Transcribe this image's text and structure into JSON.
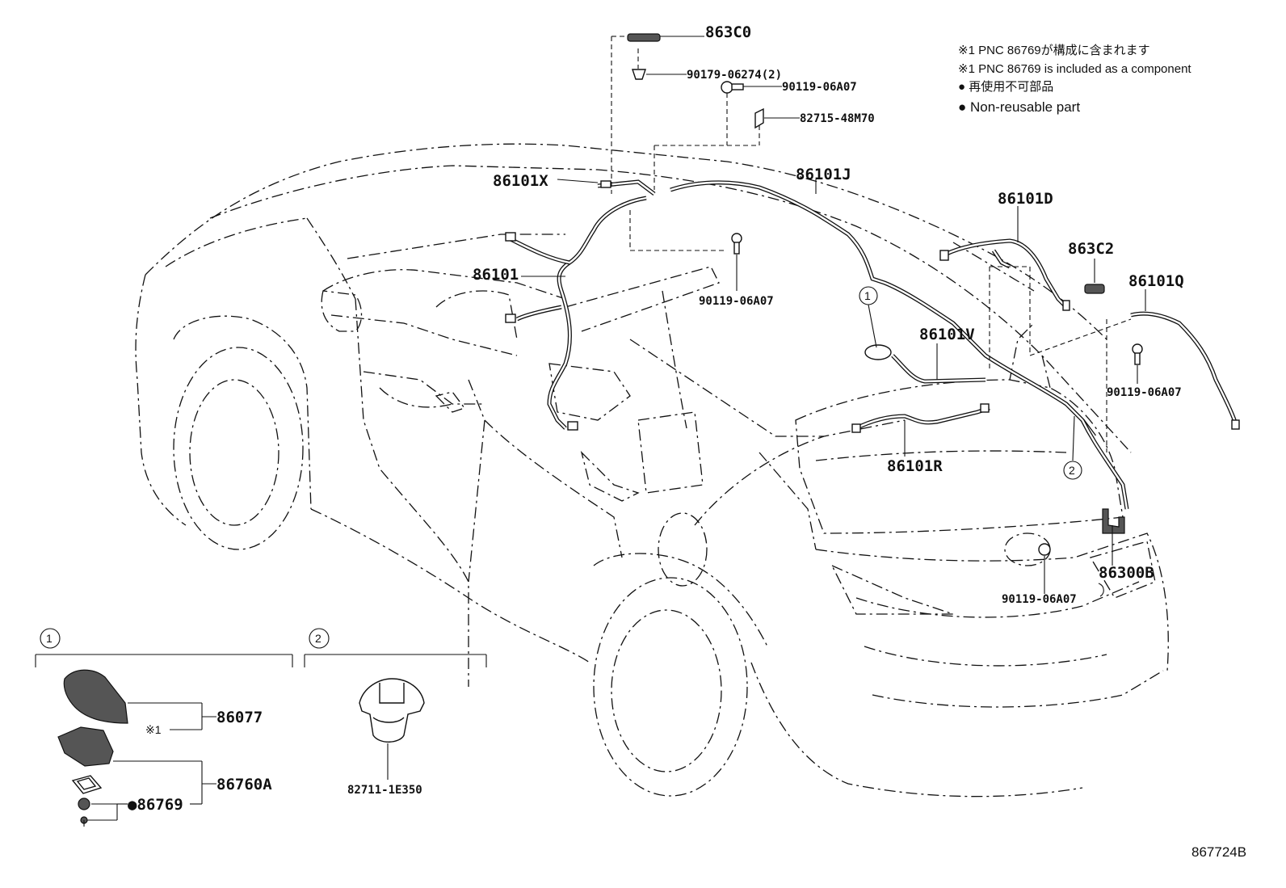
{
  "notes": {
    "line1": "※1 PNC 86769が構成に含まれます",
    "line2": "※1 PNC 86769 is included as a component",
    "line3": "● 再使用不可部品",
    "line4": "● Non-reusable part"
  },
  "labels": {
    "p863C0": "863C0",
    "p90179": "90179-06274(2)",
    "p90119_top": "90119-06A07",
    "p82715": "82715-48M70",
    "p86101X": "86101X",
    "p86101J": "86101J",
    "p86101D": "86101D",
    "p863C2": "863C2",
    "p86101Q": "86101Q",
    "p86101": "86101",
    "p90119_mid": "90119-06A07",
    "p86101V": "86101V",
    "p90119_right": "90119-06A07",
    "p86101R": "86101R",
    "p86300B": "86300B",
    "p90119_rear": "90119-06A07",
    "p86077": "86077",
    "note_ref": "※1",
    "p86760A": "86760A",
    "p86769": "●86769",
    "p82711": "82711-1E350",
    "circle1": "1",
    "circle2": "2",
    "inset1": "1",
    "inset2": "2",
    "diagram_id": "867724B"
  }
}
